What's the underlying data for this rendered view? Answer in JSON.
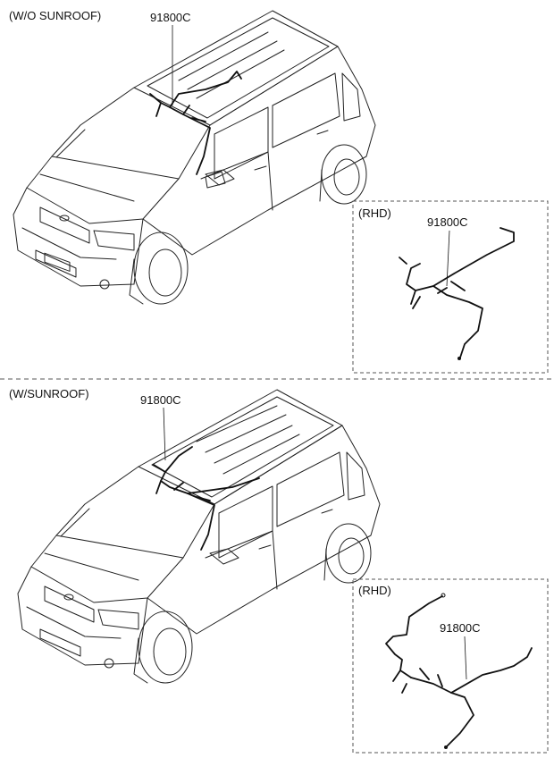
{
  "sections": [
    {
      "heading": "(W/O SUNROOF)",
      "part_no": "91800C",
      "inset": {
        "heading": "(RHD)",
        "part_no": "91800C"
      }
    },
    {
      "heading": "(W/SUNROOF)",
      "part_no": "91800C",
      "inset": {
        "heading": "(RHD)",
        "part_no": "91800C"
      }
    }
  ],
  "colors": {
    "line": "#222222",
    "harness": "#111111",
    "dashed_frame": "#555555",
    "background": "#ffffff"
  }
}
